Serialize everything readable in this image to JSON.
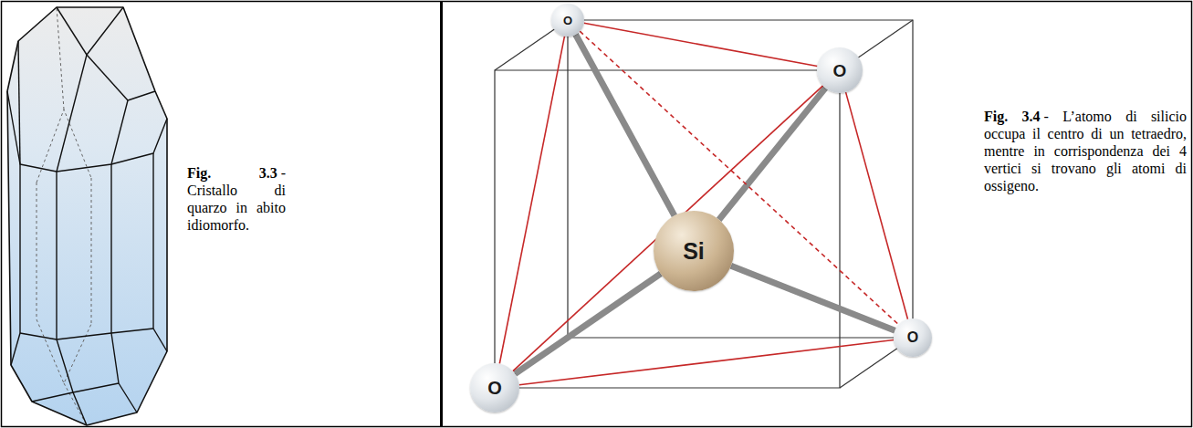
{
  "diagram": {
    "nodes": [
      {
        "text": [
          "O"
        ]
      },
      {
        "text": [
          "O"
        ]
      },
      {
        "text": [
          "Si"
        ]
      },
      {
        "text": [
          "O"
        ]
      },
      {
        "text": [
          "O"
        ]
      }
    ],
    "edges": [
      {
        "from": 2,
        "to": 0,
        "arrow": "none"
      },
      {
        "from": 2,
        "to": 1,
        "arrow": "none"
      },
      {
        "from": 2,
        "to": 3,
        "arrow": "none"
      },
      {
        "from": 2,
        "to": 4,
        "arrow": "none"
      },
      {
        "from": 0,
        "to": 1,
        "arrow": "none"
      },
      {
        "from": 0,
        "to": 4,
        "arrow": "none"
      },
      {
        "from": 0,
        "to": 3,
        "arrow": "none"
      },
      {
        "from": 1,
        "to": 4,
        "arrow": "none"
      },
      {
        "from": 1,
        "to": 3,
        "arrow": "none"
      },
      {
        "from": 4,
        "to": 3,
        "arrow": "none"
      }
    ],
    "labels": [
      "Fig. 3.3",
      "- Cristallo di quarzo in abito idiomorfo.",
      "Fig. 3.4",
      "- L’atomo di silicio occupa il centro di un tetraedro, mentre in corrispondenza dei 4 vertici si trovano gli atomi di ossigeno."
    ]
  }
}
